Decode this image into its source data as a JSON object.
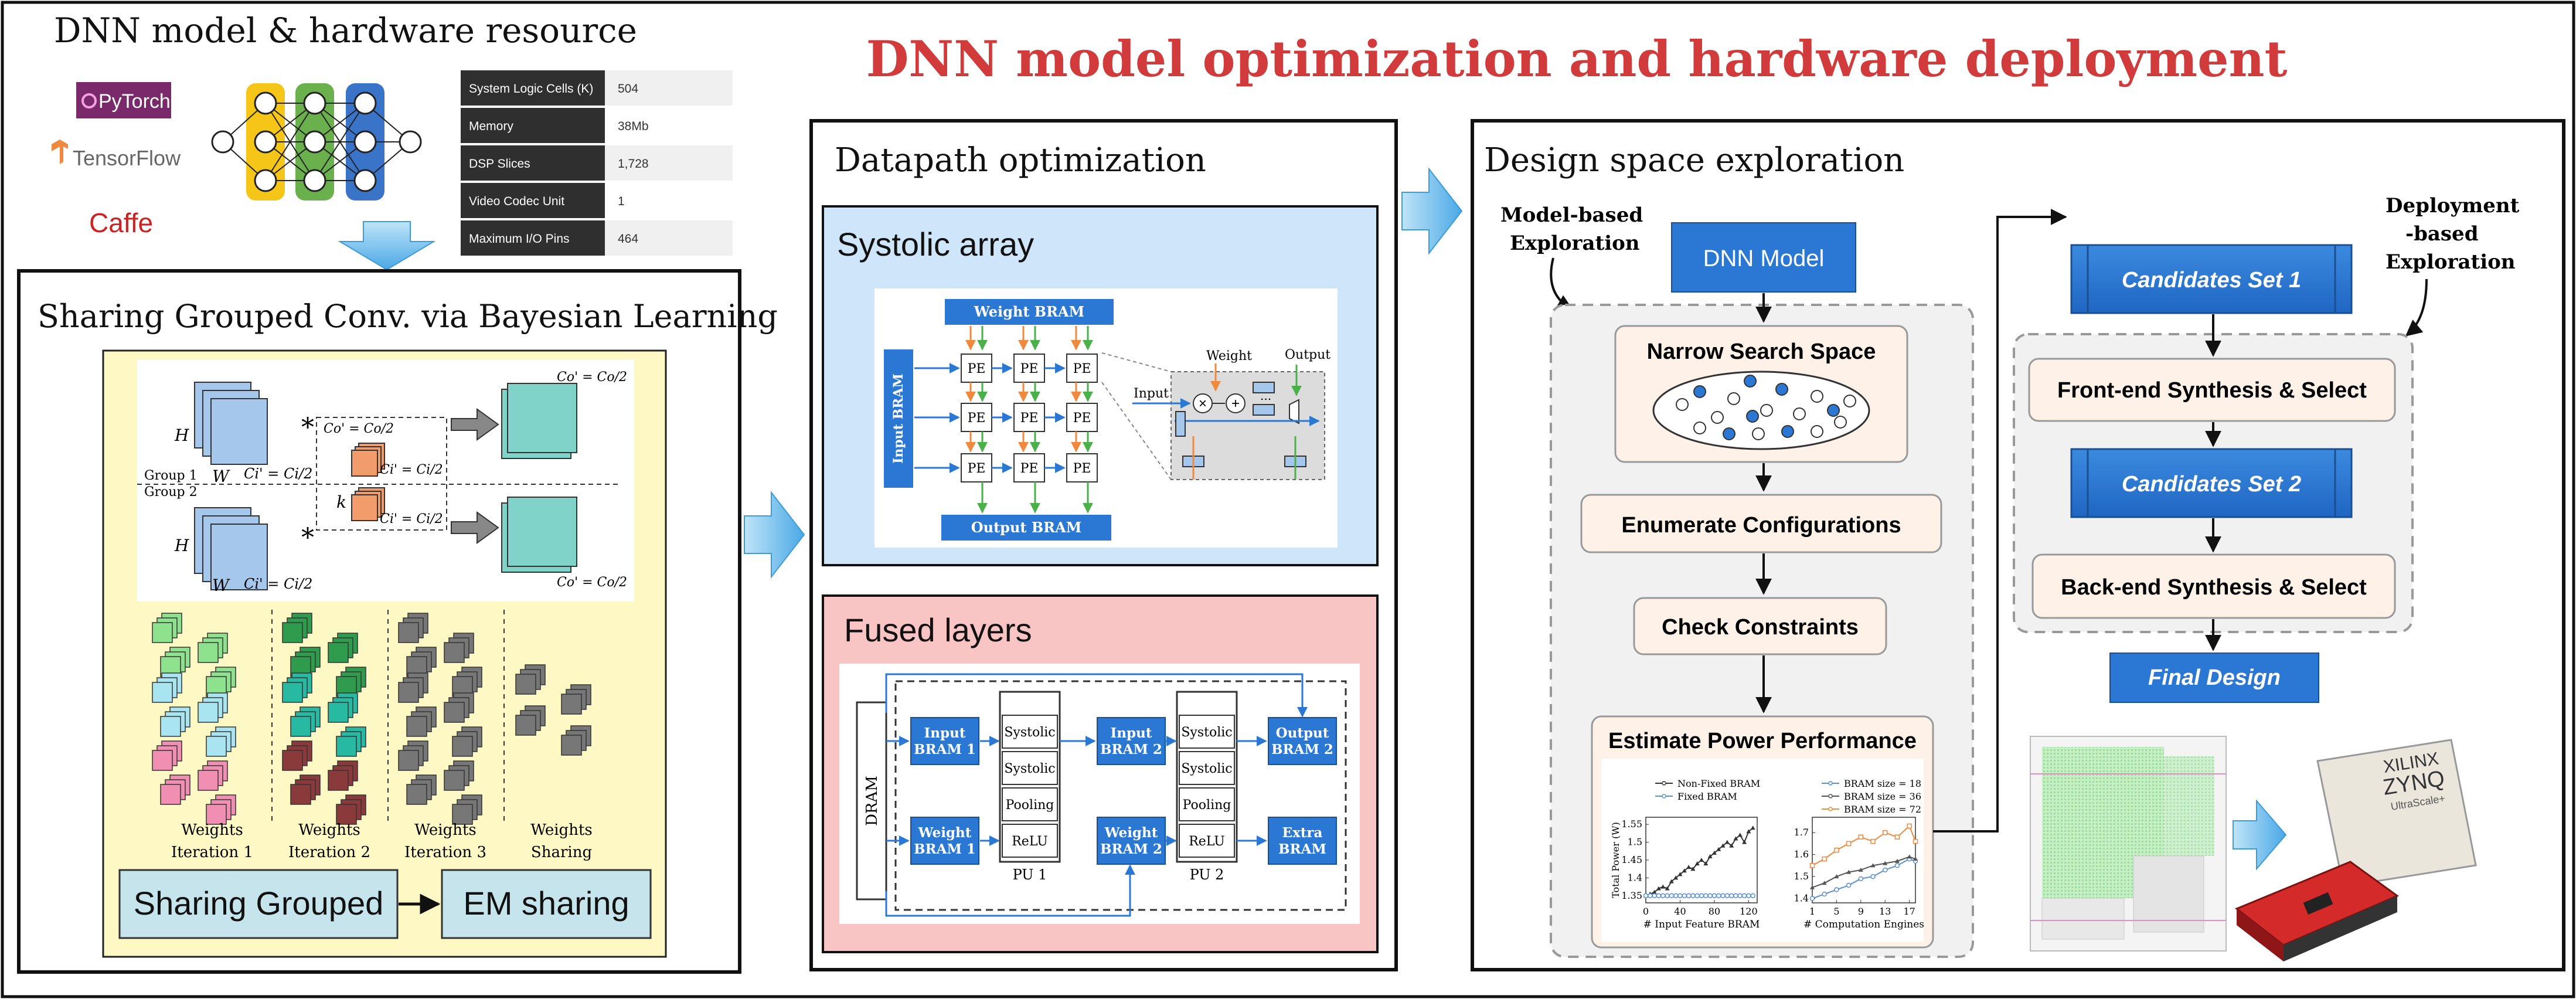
{
  "title": "DNN model optimization and hardware deployment",
  "left_panel": {
    "heading": "DNN model & hardware resource",
    "frameworks": [
      "PyTorch",
      "TensorFlow",
      "Caffe"
    ],
    "resource_table": [
      {
        "name": "System Logic Cells (K)",
        "value": "504"
      },
      {
        "name": "Memory",
        "value": "38Mb"
      },
      {
        "name": "DSP Slices",
        "value": "1,728"
      },
      {
        "name": "Video Codec Unit",
        "value": "1"
      },
      {
        "name": "Maximum I/O Pins",
        "value": "464"
      }
    ]
  },
  "sharing_panel": {
    "heading": "Sharing Grouped Conv. via Bayesian Learning",
    "conv_labels": {
      "h": "H",
      "w": "W",
      "k": "k",
      "star": "*",
      "ci_top": "Ci' = Ci/2",
      "ci_bottom": "Ci' = Ci/2",
      "co_top": "Co' = Co/2",
      "co_bottom": "Co' = Co/2",
      "kernel_ci_top": "Ci' = Ci/2",
      "kernel_ci_bottom": "Ci' = Ci/2",
      "kernel_co": "Co' = Co/2",
      "group1": "Group 1",
      "group2": "Group 2"
    },
    "iterations": [
      {
        "line1": "Weights",
        "line2": "Iteration 1"
      },
      {
        "line1": "Weights",
        "line2": "Iteration 2"
      },
      {
        "line1": "Weights",
        "line2": "Iteration 3"
      },
      {
        "line1": "Weights",
        "line2": "Sharing"
      }
    ],
    "box_left": "Sharing Grouped",
    "box_right": "EM sharing"
  },
  "datapath": {
    "heading": "Datapath optimization",
    "systolic": {
      "heading": "Systolic array",
      "weight_bram": "Weight BRAM",
      "input_bram": "Input BRAM",
      "output_bram": "Output BRAM",
      "pe": "PE",
      "weight": "Weight",
      "input": "Input",
      "output": "Output",
      "dots": "..."
    },
    "fused": {
      "heading": "Fused layers",
      "dram": "DRAM",
      "input_bram1": [
        "Input",
        "BRAM 1"
      ],
      "weight_bram1": [
        "Weight",
        "BRAM 1"
      ],
      "input_bram2": [
        "Input",
        "BRAM 2"
      ],
      "weight_bram2": [
        "Weight",
        "BRAM 2"
      ],
      "output_bram2": [
        "Output",
        "BRAM 2"
      ],
      "extra_bram": [
        "Extra",
        "BRAM"
      ],
      "pu_stack": [
        "Systolic",
        "Systolic",
        "Pooling",
        "ReLU"
      ],
      "pu1": "PU 1",
      "pu2": "PU 2"
    }
  },
  "dse": {
    "heading": "Design space exploration",
    "model_based": [
      "Model-based",
      "Exploration"
    ],
    "deployment_based": [
      "Deployment",
      "-based",
      "Exploration"
    ],
    "dnn_model": "DNN Model",
    "narrow": "Narrow Search Space",
    "enumerate": "Enumerate Configurations",
    "check": "Check Constraints",
    "estimate": "Estimate Power Performance",
    "candidates1": "Candidates Set 1",
    "frontend": "Front-end Synthesis & Select",
    "candidates2": "Candidates Set 2",
    "backend": "Back-end Synthesis & Select",
    "final": "Final Design",
    "chip_brand": "XILINX",
    "chip_name": "ZYNQ",
    "chip_sub": "UltraScale+"
  },
  "chart_data": [
    {
      "type": "line",
      "xlabel": "# Input Feature BRAM",
      "ylabel": "Total Power (W)",
      "xlim": [
        0,
        130
      ],
      "ylim": [
        1.33,
        1.57
      ],
      "xticks": [
        0,
        40,
        80,
        120
      ],
      "xtick_labels": [
        "0",
        "40",
        "80",
        "120"
      ],
      "yticks": [
        1.35,
        1.4,
        1.45,
        1.5,
        1.55
      ],
      "ytick_labels": [
        "1.35",
        "1.4",
        "1.45",
        "1.5",
        "1.55"
      ],
      "legend": "top-left",
      "series": [
        {
          "name": "Non-Fixed BRAM",
          "color": "#333333",
          "marker": "triangle",
          "x": [
            0,
            5,
            10,
            15,
            20,
            25,
            30,
            35,
            40,
            45,
            50,
            55,
            60,
            65,
            70,
            75,
            80,
            85,
            90,
            95,
            100,
            105,
            110,
            115,
            120,
            125
          ],
          "y": [
            1.35,
            1.355,
            1.36,
            1.37,
            1.375,
            1.37,
            1.39,
            1.4,
            1.41,
            1.42,
            1.43,
            1.425,
            1.44,
            1.45,
            1.44,
            1.46,
            1.47,
            1.48,
            1.49,
            1.5,
            1.49,
            1.51,
            1.52,
            1.5,
            1.53,
            1.54
          ]
        },
        {
          "name": "Fixed BRAM",
          "color": "#5b8fd1",
          "marker": "circle",
          "x": [
            0,
            5,
            10,
            15,
            20,
            25,
            30,
            35,
            40,
            45,
            50,
            55,
            60,
            65,
            70,
            75,
            80,
            85,
            90,
            95,
            100,
            105,
            110,
            115,
            120,
            125
          ],
          "y": [
            1.35,
            1.35,
            1.35,
            1.35,
            1.35,
            1.35,
            1.35,
            1.35,
            1.35,
            1.35,
            1.35,
            1.35,
            1.35,
            1.35,
            1.35,
            1.35,
            1.35,
            1.35,
            1.35,
            1.35,
            1.35,
            1.35,
            1.35,
            1.35,
            1.35,
            1.35
          ]
        }
      ]
    },
    {
      "type": "line",
      "xlabel": "# Computation Engines",
      "xlim": [
        1,
        18
      ],
      "ylim": [
        1.38,
        1.77
      ],
      "xticks": [
        1,
        5,
        9,
        13,
        17
      ],
      "xtick_labels": [
        "1",
        "5",
        "9",
        "13",
        "17"
      ],
      "yticks": [
        1.4,
        1.5,
        1.6,
        1.7
      ],
      "ytick_labels": [
        "1.4",
        "1.5",
        "1.6",
        "1.7"
      ],
      "legend": "top-left",
      "series": [
        {
          "name": "BRAM size = 18",
          "color": "#5b8fd1",
          "marker": "circle",
          "x": [
            1,
            3,
            5,
            7,
            9,
            11,
            13,
            15,
            17,
            18
          ],
          "y": [
            1.4,
            1.42,
            1.44,
            1.46,
            1.49,
            1.5,
            1.53,
            1.55,
            1.58,
            1.57
          ]
        },
        {
          "name": "BRAM size = 36",
          "color": "#555555",
          "marker": "triangle",
          "x": [
            1,
            3,
            5,
            7,
            9,
            11,
            13,
            15,
            17,
            18
          ],
          "y": [
            1.45,
            1.47,
            1.5,
            1.52,
            1.53,
            1.55,
            1.56,
            1.57,
            1.59,
            1.58
          ]
        },
        {
          "name": "BRAM size = 72",
          "color": "#f0883e",
          "marker": "square",
          "x": [
            1,
            3,
            5,
            7,
            9,
            11,
            13,
            15,
            17,
            18
          ],
          "y": [
            1.55,
            1.58,
            1.62,
            1.65,
            1.68,
            1.66,
            1.7,
            1.68,
            1.73,
            1.66
          ]
        }
      ]
    }
  ],
  "colors": {
    "title_red": "#d13b3b",
    "flow_blue": "#2b78d4",
    "light_box": "#fdf1e8",
    "systolic_bg": "#cfe6fa",
    "fused_bg": "#f9c4c4",
    "sharing_bg": "#fdf8c4",
    "arrow_fill": "#7cc3ef"
  }
}
